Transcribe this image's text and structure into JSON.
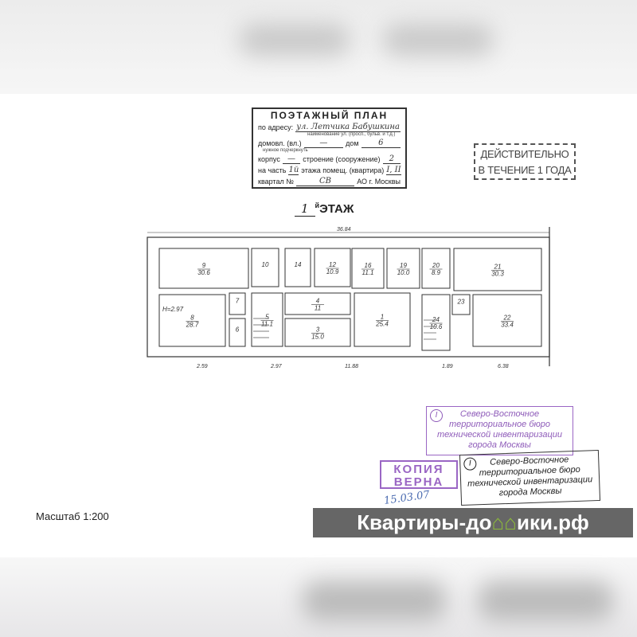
{
  "header": {
    "title": "ПОЭТАЖНЫЙ ПЛАН",
    "address_label": "по адресу:",
    "address_value": "ул. Летчика Бабушкина",
    "address_hint": "наименование ул. (просп., бульв. и т.д.)",
    "domovl_label": "домовл. (вл.)",
    "domovl_value": "—",
    "dom_label": "дом",
    "dom_value": "6",
    "underline_hint": "нужное подчеркнуть",
    "korpus_label": "корпус",
    "korpus_value": "—",
    "stroenie_label": "строение (сооружение)",
    "stroenie_value": "2",
    "chast_label": "на часть",
    "chast_value": "1й",
    "etazha_label": "этажа помещ. (квартира)",
    "kvartira_value": "I, II",
    "kvartal_label": "квартал №",
    "okrug_value": "СВ",
    "ao_label": "АО г. Москвы"
  },
  "valid_stamp": {
    "line1": "ДЕЙСТВИТЕЛЬНО",
    "line2": "В ТЕЧЕНИЕ 1 ГОДА"
  },
  "floor": {
    "number": "1",
    "label": "ЭТАЖ",
    "suffix": "й"
  },
  "plan": {
    "overall_length": "36.84",
    "height_note": "H=2.97",
    "rooms": [
      {
        "n": "9",
        "area": "30.6"
      },
      {
        "n": "8",
        "area": "28.7"
      },
      {
        "n": "7",
        "area": ""
      },
      {
        "n": "6",
        "area": ""
      },
      {
        "n": "10",
        "area": ""
      },
      {
        "n": "14",
        "area": ""
      },
      {
        "n": "12",
        "area": "10.9"
      },
      {
        "n": "5",
        "area": "11.1"
      },
      {
        "n": "4",
        "area": "11"
      },
      {
        "n": "3",
        "area": "15.0"
      },
      {
        "n": "16",
        "area": "11.1"
      },
      {
        "n": "19",
        "area": "10.0"
      },
      {
        "n": "20",
        "area": "8.9"
      },
      {
        "n": "1",
        "area": "25.4"
      },
      {
        "n": "24",
        "area": "10.6"
      },
      {
        "n": "23",
        "area": ""
      },
      {
        "n": "21",
        "area": "30.3"
      },
      {
        "n": "22",
        "area": "33.4"
      }
    ],
    "dims_bottom": [
      "2.59",
      "2.97",
      "11.88",
      "1.89",
      "6.38"
    ]
  },
  "stamp_bti": {
    "number": "I",
    "line1": "Северо-Восточное",
    "line2": "территориальное бюро",
    "line3": "технической инвентаризации",
    "line4": "города Москвы"
  },
  "kopia": {
    "line1": "КОПИЯ",
    "line2": "ВЕРНА"
  },
  "date_handwritten": "15.03.07",
  "scale": "Масштаб 1:200",
  "watermark": {
    "before": "Квартиры-до",
    "house": "⌂⌂",
    "after": "ики.рф"
  }
}
